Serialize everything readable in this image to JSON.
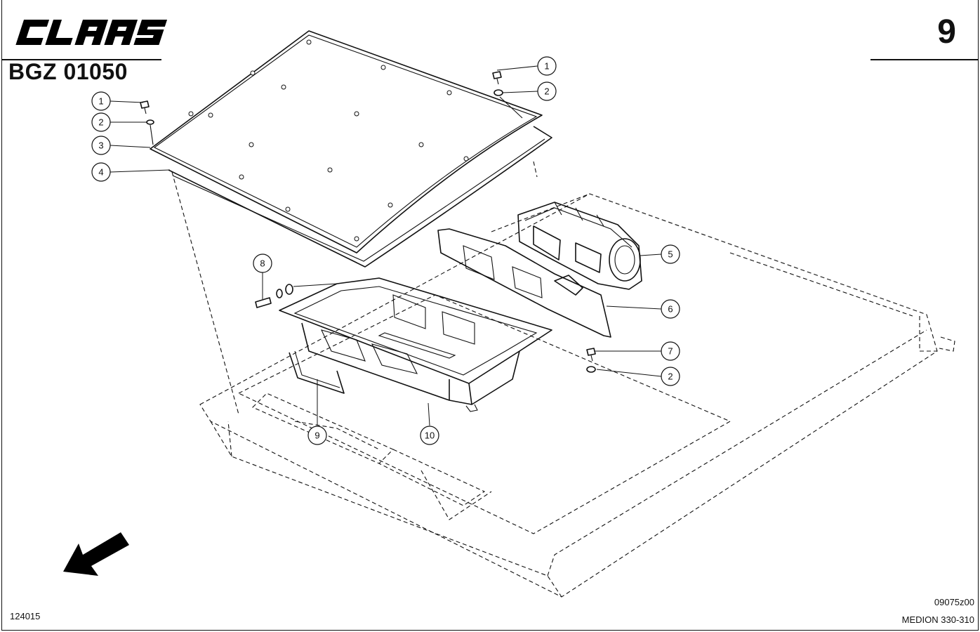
{
  "header": {
    "brand": "CLAAS",
    "drawing_code": "BGZ 01050",
    "page_number": "9"
  },
  "footer": {
    "figure_number": "124015",
    "image_reference": "09075z00",
    "model": "MEDION 330-310"
  },
  "callouts": [
    "1",
    "2",
    "3",
    "4",
    "1",
    "2",
    "5",
    "6",
    "7",
    "2",
    "8",
    "9",
    "10"
  ],
  "icons": {
    "brand_logo": "claas-logo",
    "direction_arrow": "arrow-down-left-icon"
  }
}
